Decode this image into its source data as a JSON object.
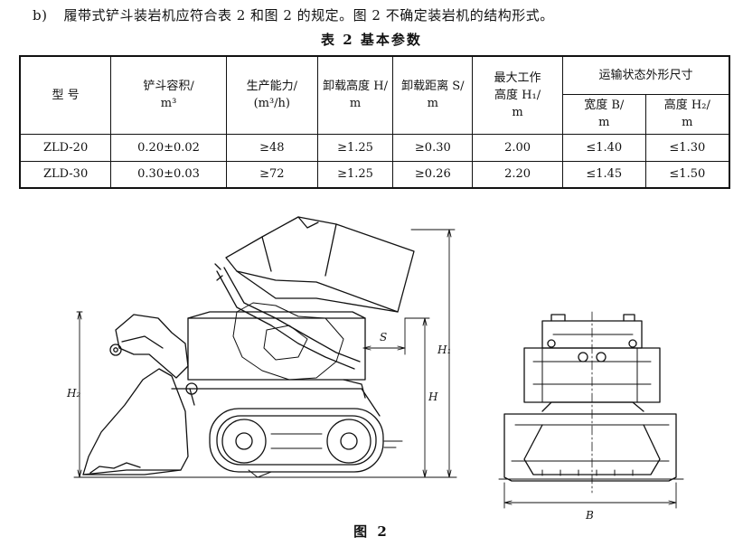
{
  "intro": {
    "marker": "b)",
    "text": "履带式铲斗装岩机应符合表 2 和图 2 的规定。图 2 不确定装岩机的结构形式。"
  },
  "table": {
    "title": "表 2   基本参数",
    "headers": {
      "model": "型    号",
      "bucket_line1": "铲斗容积/",
      "bucket_line2": "m³",
      "capacity_line1": "生产能力/",
      "capacity_line2": "(m³/h)",
      "dump_height_line1": "卸载高度 H/",
      "dump_height_line2": "m",
      "dump_dist_line1": "卸载距离 S/",
      "dump_dist_line2": "m",
      "max_height_line1": "最大工作",
      "max_height_line2": "高度 H₁/",
      "max_height_line3": "m",
      "transport": "运输状态外形尺寸",
      "width_line1": "宽度 B/",
      "width_line2": "m",
      "height2_line1": "高度 H₂/",
      "height2_line2": "m"
    },
    "rows": [
      {
        "model": "ZLD-20",
        "bucket": "0.20±0.02",
        "capacity": "≥48",
        "dump_height": "≥1.25",
        "dump_dist": "≥0.30",
        "max_height": "2.00",
        "width": "≤1.40",
        "height2": "≤1.30"
      },
      {
        "model": "ZLD-30",
        "bucket": "0.30±0.03",
        "capacity": "≥72",
        "dump_height": "≥1.25",
        "dump_dist": "≥0.26",
        "max_height": "2.20",
        "width": "≤1.45",
        "height2": "≤1.50"
      }
    ]
  },
  "figure": {
    "labels": {
      "s": "S",
      "h": "H",
      "h1": "H₁",
      "h2": "H₂",
      "b": "B"
    },
    "caption": "图 2"
  }
}
